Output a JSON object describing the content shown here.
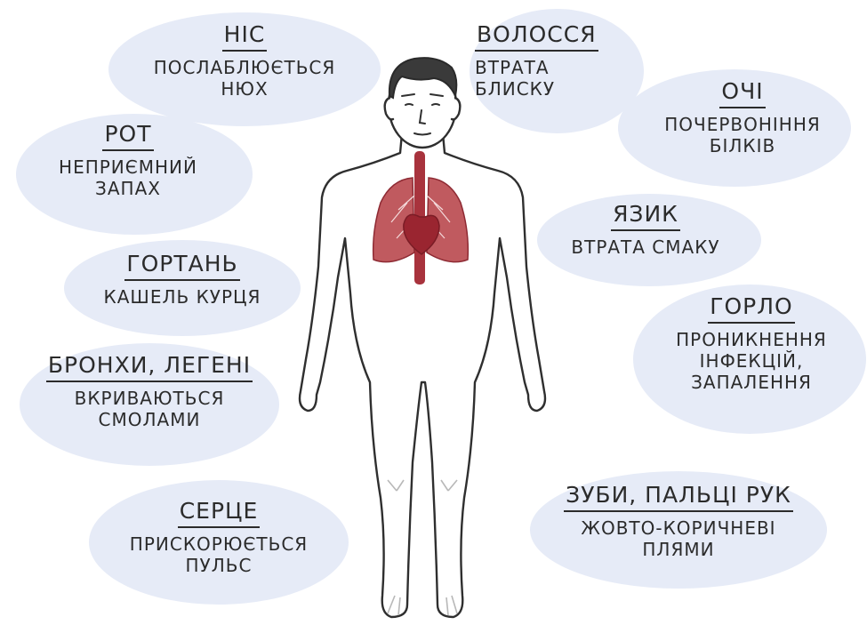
{
  "callouts": {
    "nis": {
      "title": "НІС",
      "lines": [
        "ПОСЛАБЛЮЄТЬСЯ",
        "НЮХ"
      ]
    },
    "volossia": {
      "title": "ВОЛОССЯ",
      "lines": [
        "ВТРАТА",
        "БЛИСКУ"
      ]
    },
    "ochi": {
      "title": "ОЧІ",
      "lines": [
        "ПОЧЕРВОНІННЯ",
        "БІЛКІВ"
      ]
    },
    "rot": {
      "title": "РОТ",
      "lines": [
        "НЕПРИЄМНИЙ",
        "ЗАПАХ"
      ]
    },
    "yazyk": {
      "title": "ЯЗИК",
      "lines": [
        "ВТРАТА СМАКУ"
      ]
    },
    "hortan": {
      "title": "ГОРТАНЬ",
      "lines": [
        "КАШЕЛЬ КУРЦЯ"
      ]
    },
    "horlo": {
      "title": "ГОРЛО",
      "lines": [
        "ПРОНИКНЕННЯ",
        "ІНФЕКЦІЙ,",
        "ЗАПАЛЕННЯ"
      ]
    },
    "bronkhy": {
      "title": "БРОНХИ, ЛЕГЕНІ",
      "lines": [
        "ВКРИВАЮТЬСЯ",
        "СМОЛАМИ"
      ]
    },
    "sertse": {
      "title": "СЕРЦЕ",
      "lines": [
        "ПРИСКОРЮЄТЬСЯ",
        "ПУЛЬС"
      ]
    },
    "zuby": {
      "title": "ЗУБИ, ПАЛЬЦІ РУК",
      "lines": [
        "ЖОВТО-КОРИЧНЕВІ",
        "ПЛЯМИ"
      ]
    }
  },
  "colors": {
    "bubble": "#e6ebf7",
    "ink": "#2b2b2b",
    "organ": "#a8333d",
    "organ_light": "#c05a5f"
  }
}
